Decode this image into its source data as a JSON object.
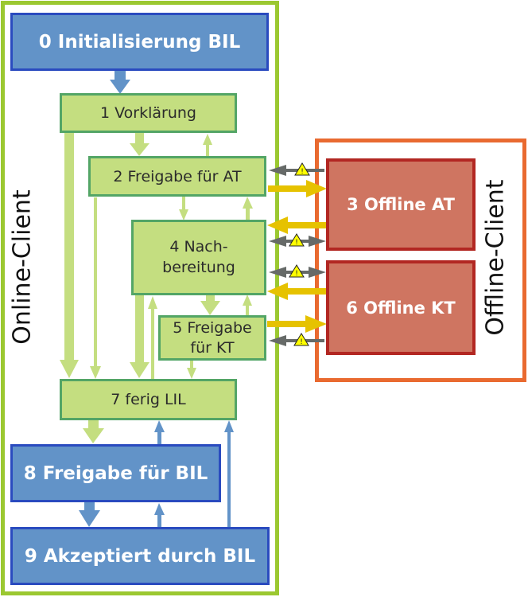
{
  "regions": {
    "online": {
      "label": "Online-Client",
      "color": "#9bc831"
    },
    "offline": {
      "label": "Offline-Client",
      "color": "#e96a30"
    }
  },
  "nodes": {
    "n0": "0 Initialisierung BIL",
    "n1": "1 Vorklärung",
    "n2": "2 Freigabe für AT",
    "n3": "3 Offline AT",
    "n4a": "4 Nach-",
    "n4b": "bereitung",
    "n5a": "5 Freigabe",
    "n5b": "für KT",
    "n6": "6 Offline KT",
    "n7": "7 ferig LIL",
    "n8": "8 Freigabe für BIL",
    "n9": "9 Akzeptiert durch BIL"
  },
  "colors": {
    "blue_fill": "#6293c8",
    "blue_border": "#2a4bbf",
    "green_fill": "#c4de80",
    "green_border": "#53a566",
    "red_fill": "#cf7561",
    "red_border": "#b22722",
    "arrow_green": "#c4de80",
    "arrow_blue": "#6293c8",
    "arrow_yellow": "#e6c200",
    "arrow_gray": "#666a68",
    "warning": "#ffff00"
  },
  "icons": {
    "warning": "warning-triangle-icon"
  }
}
